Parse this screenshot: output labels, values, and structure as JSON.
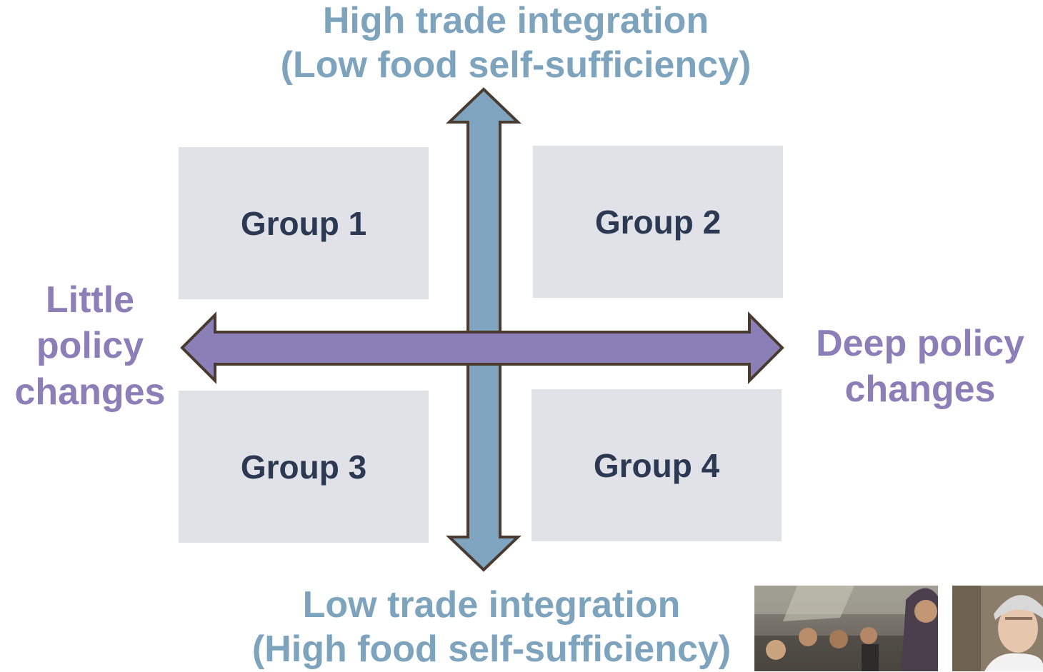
{
  "diagram": {
    "top_axis": {
      "line1": "High trade integration",
      "line2": "(Low food self-sufficiency)"
    },
    "bottom_axis": {
      "line1": "Low trade integration",
      "line2": "(High food self-sufficiency)"
    },
    "left_axis": {
      "line1": "Little",
      "line2": "policy",
      "line3": "changes"
    },
    "right_axis": {
      "line1": "Deep policy",
      "line2": "changes"
    },
    "groups": [
      "Group 1",
      "Group 2",
      "Group 3",
      "Group 4"
    ]
  },
  "colors": {
    "vertical_arrow": "#7ea4bf",
    "horizontal_arrow": "#8b7fb8",
    "arrow_outline": "#4a3b30",
    "box_fill": "#e1e2e7",
    "group_text": "#2b3a52",
    "trade_label": "#7da3bd",
    "policy_label": "#8b7fb8"
  }
}
